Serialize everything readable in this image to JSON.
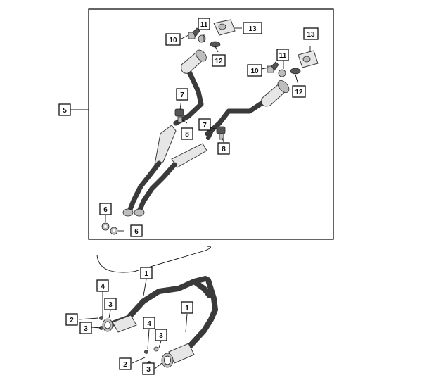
{
  "diagram": {
    "callouts": {
      "c1a": "1",
      "c1b": "1",
      "c2a": "2",
      "c2b": "2",
      "c3a": "3",
      "c3b": "3",
      "c3c": "3",
      "c3d": "3",
      "c4a": "4",
      "c4b": "4",
      "c5": "5",
      "c6a": "6",
      "c6b": "6",
      "c7a": "7",
      "c7b": "7",
      "c8a": "8",
      "c8b": "8",
      "c10a": "10",
      "c10b": "10",
      "c11a": "11",
      "c11b": "11",
      "c12a": "12",
      "c12b": "12",
      "c13a": "13",
      "c13b": "13"
    }
  }
}
